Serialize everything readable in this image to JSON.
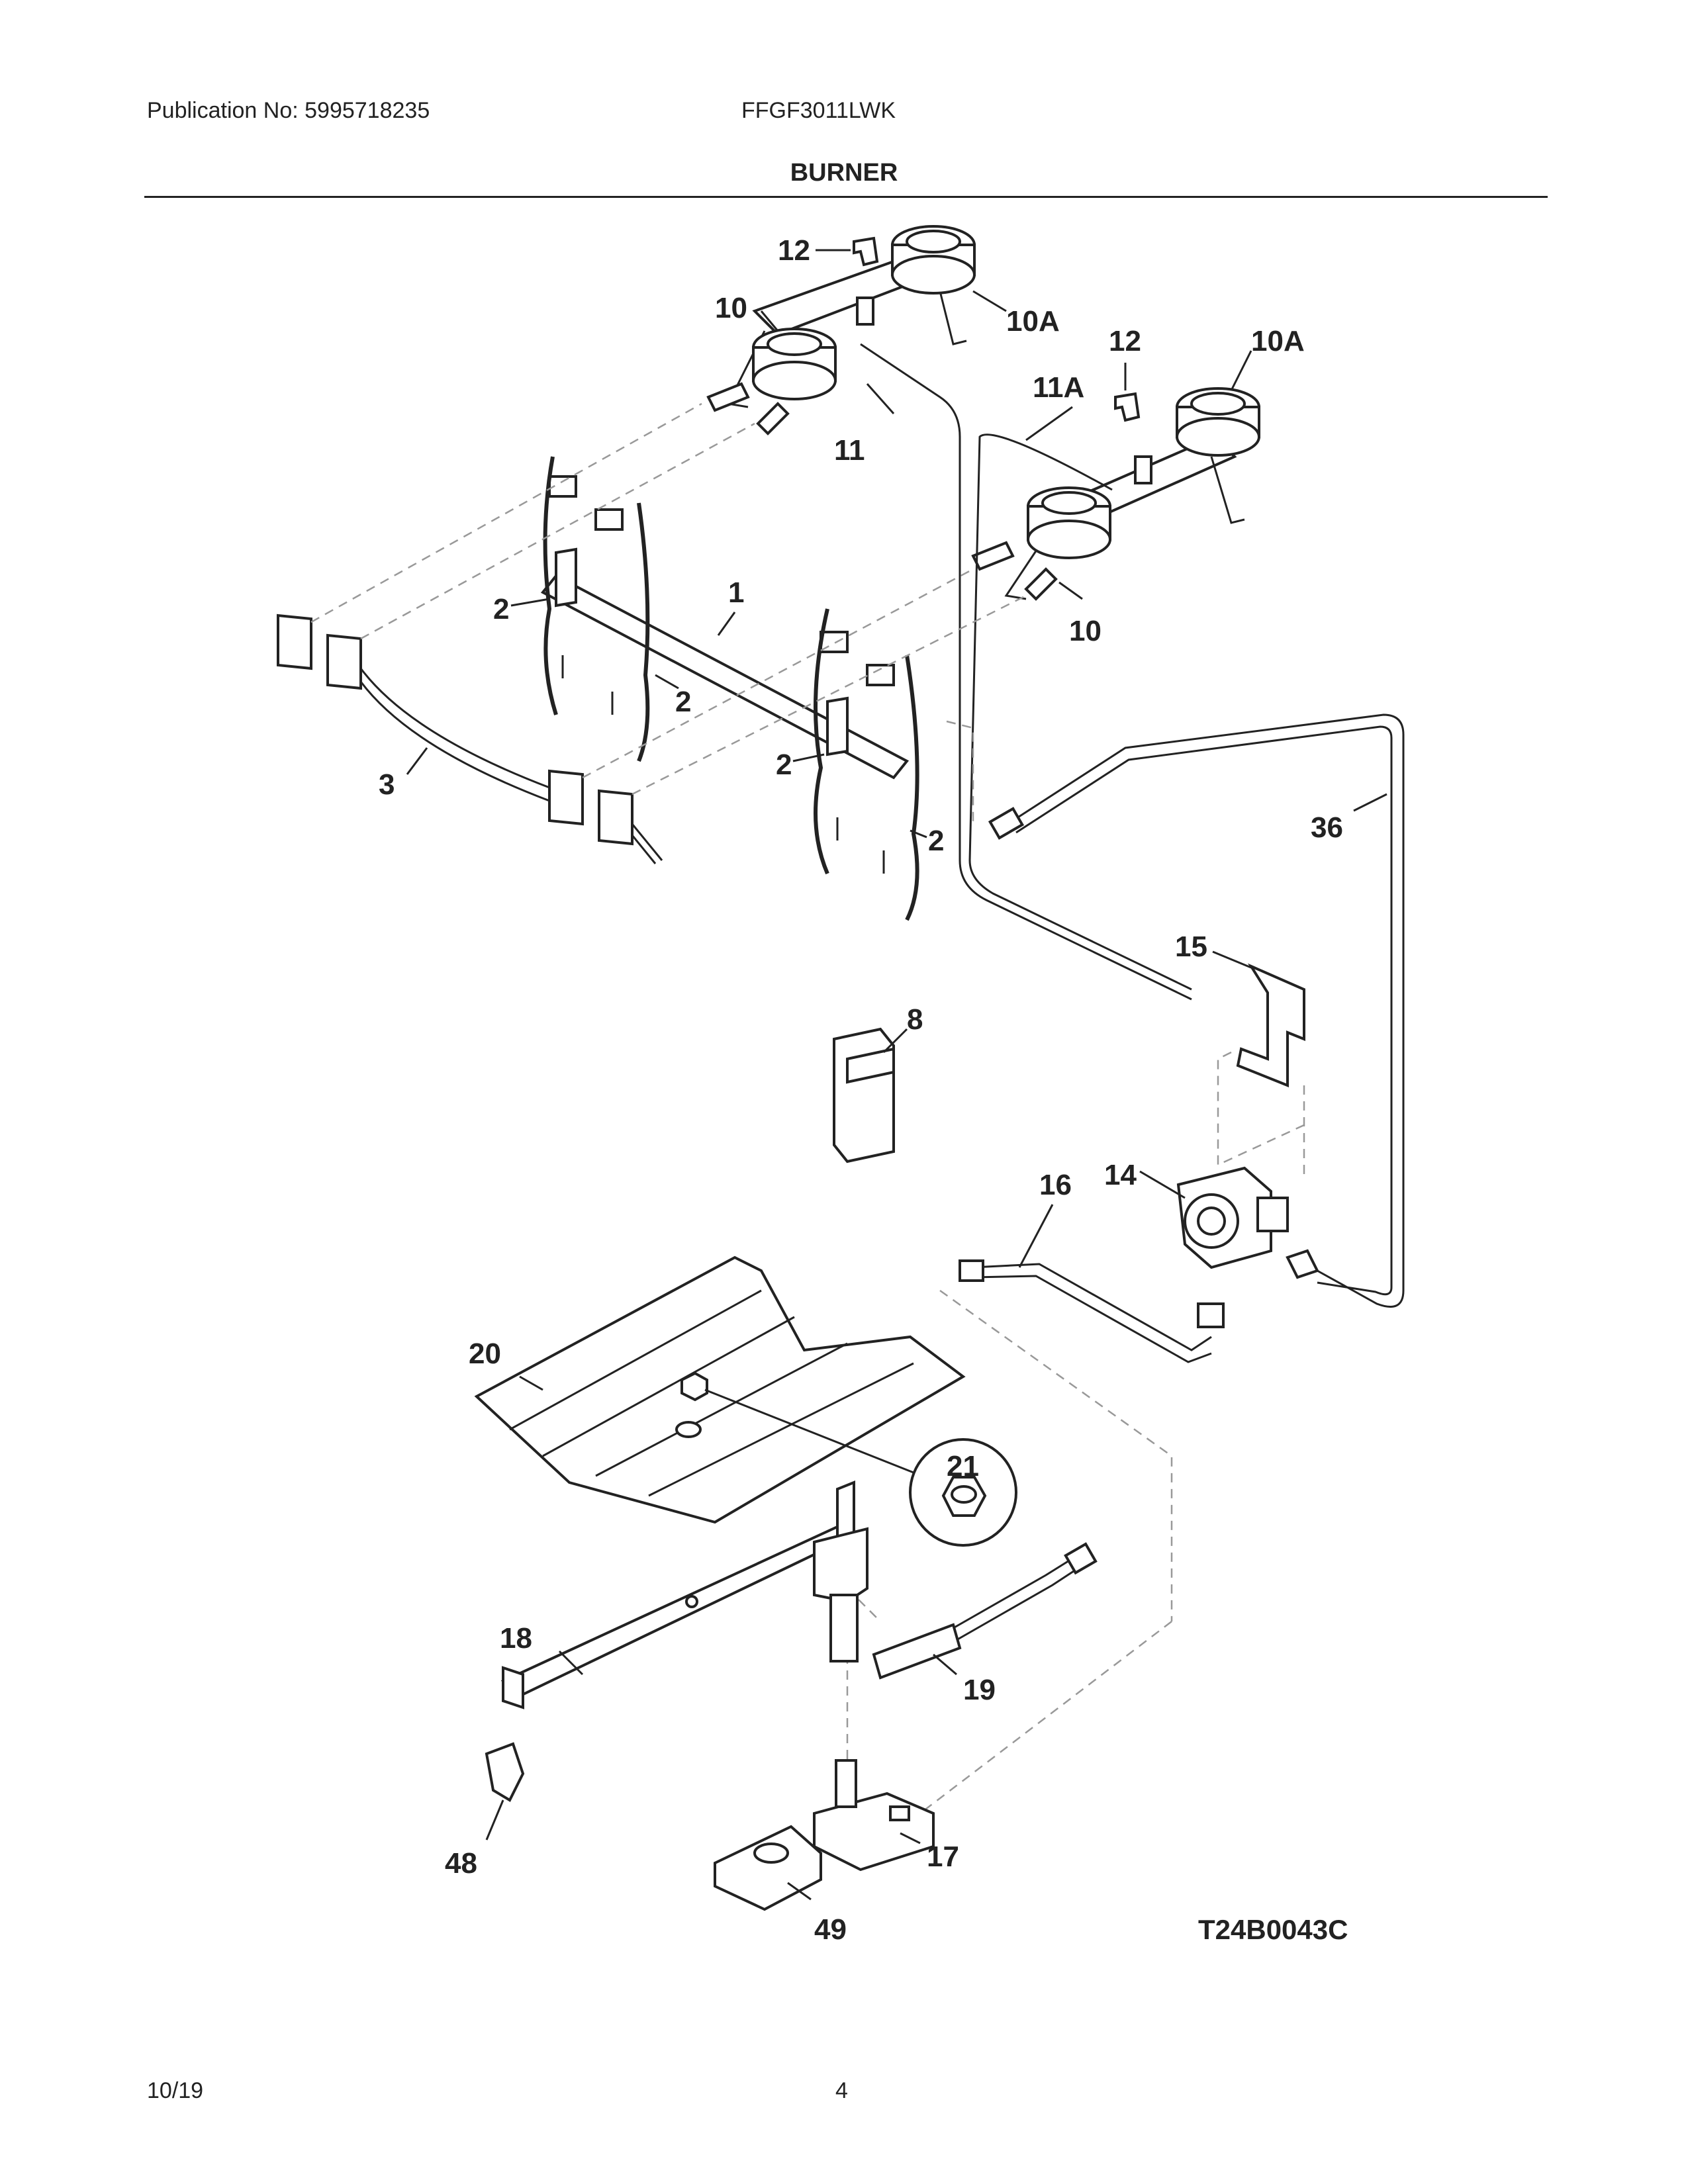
{
  "header": {
    "publication": "Publication No: 5995718235",
    "model": "FFGF3011LWK",
    "title": "BURNER"
  },
  "diagram": {
    "code": "T24B0043C",
    "labels": {
      "p1": "1",
      "p2a": "2",
      "p2b": "2",
      "p2c": "2",
      "p2d": "2",
      "p3": "3",
      "p8": "8",
      "p10a": "10",
      "p10b": "10",
      "p10Aa": "10A",
      "p10Ab": "10A",
      "p11": "11",
      "p11A": "11A",
      "p12a": "12",
      "p12b": "12",
      "p14": "14",
      "p15": "15",
      "p16": "16",
      "p17": "17",
      "p18": "18",
      "p19": "19",
      "p20": "20",
      "p21": "21",
      "p36": "36",
      "p48": "48",
      "p49": "49"
    }
  },
  "footer": {
    "date": "10/19",
    "page": "4"
  }
}
